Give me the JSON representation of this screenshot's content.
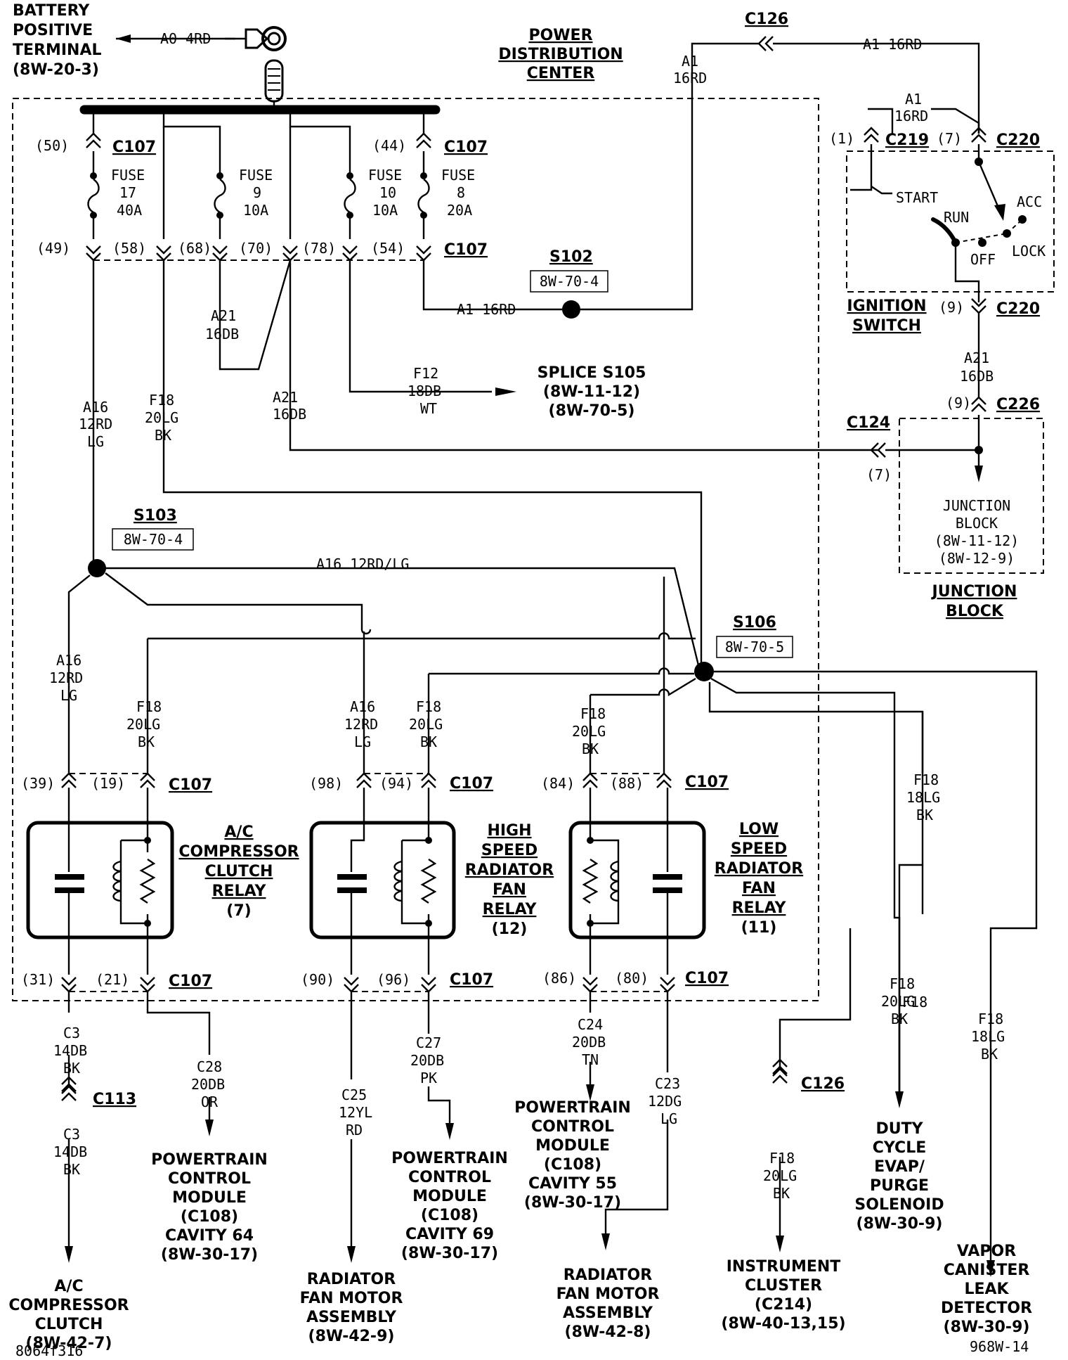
{
  "labels": {
    "battery": [
      "BATTERY",
      "POSITIVE",
      "TERMINAL",
      "(8W-20-3)"
    ],
    "a0_wire": "A0 4RD",
    "pdc": [
      "POWER",
      "DISTRIBUTION",
      "CENTER"
    ],
    "c126": "C126",
    "a1_16rd": "A1 16RD",
    "a1": "A1",
    "16rd": "16RD",
    "c219": "C219",
    "c220": "C220",
    "c107": "C107",
    "c113": "C113",
    "c124": "C124",
    "c226": "C226",
    "p1": "(1)",
    "p7": "(7)",
    "p9": "(9)",
    "p44": "(44)",
    "p49": "(49)",
    "p50": "(50)",
    "p54": "(54)",
    "p58": "(58)",
    "p68": "(68)",
    "p70": "(70)",
    "p78": "(78)",
    "p39": "(39)",
    "p19": "(19)",
    "p98": "(98)",
    "p94": "(94)",
    "p84": "(84)",
    "p88": "(88)",
    "p31": "(31)",
    "p21": "(21)",
    "p90": "(90)",
    "p96": "(96)",
    "p86": "(86)",
    "p80": "(80)",
    "fuse17": [
      "FUSE",
      "17",
      "40A"
    ],
    "fuse9": [
      "FUSE",
      "9",
      "10A"
    ],
    "fuse10": [
      "FUSE",
      "10",
      "10A"
    ],
    "fuse8": [
      "FUSE",
      "8",
      "20A"
    ],
    "start": "START",
    "run": "RUN",
    "acc": "ACC",
    "off": "OFF",
    "lock": "LOCK",
    "ignition": [
      "IGNITION",
      "SWITCH"
    ],
    "s102": "S102",
    "s103": "S103",
    "s106": "S106",
    "ref_8w_70_4": "8W-70-4",
    "ref_8w_70_5": "8W-70-5",
    "a1_16rd_s102": "A1 16RD",
    "a21": "A21",
    "16db": "16DB",
    "f12": "F12",
    "18db": "18DB",
    "wt": "WT",
    "splice_s105": [
      "SPLICE S105",
      "(8W-11-12)",
      "(8W-70-5)"
    ],
    "a16": "A16",
    "12rd": "12RD",
    "lg": "LG",
    "f18": "F18",
    "20lg": "20LG",
    "bk": "BK",
    "18lg": "18LG",
    "a16_12rd_lg": "A16 12RD/LG",
    "jb_inner": [
      "JUNCTION",
      "BLOCK",
      "(8W-11-12)",
      "(8W-12-9)"
    ],
    "jb_title": [
      "JUNCTION",
      "BLOCK"
    ],
    "ac_relay": [
      "A/C",
      "COMPRESSOR",
      "CLUTCH",
      "RELAY",
      "(7)"
    ],
    "hs_relay": [
      "HIGH",
      "SPEED",
      "RADIATOR",
      "FAN",
      "RELAY",
      "(12)"
    ],
    "ls_relay": [
      "LOW",
      "SPEED",
      "RADIATOR",
      "FAN",
      "RELAY",
      "(11)"
    ],
    "c3": "C3",
    "14db": "14DB",
    "c28": "C28",
    "20db": "20DB",
    "or": "OR",
    "c25": "C25",
    "12yl": "12YL",
    "rd": "RD",
    "c27": "C27",
    "pk": "PK",
    "c24": "C24",
    "tn": "TN",
    "c23": "C23",
    "12dg": "12DG",
    "ac_clutch": [
      "A/C",
      "COMPRESSOR",
      "CLUTCH",
      "(8W-42-7)"
    ],
    "pcm64": [
      "POWERTRAIN",
      "CONTROL",
      "MODULE",
      "(C108)",
      "CAVITY 64",
      "(8W-30-17)"
    ],
    "rad_fan_9": [
      "RADIATOR",
      "FAN MOTOR",
      "ASSEMBLY",
      "(8W-42-9)"
    ],
    "pcm69": [
      "POWERTRAIN",
      "CONTROL",
      "MODULE",
      "(C108)",
      "CAVITY 69",
      "(8W-30-17)"
    ],
    "pcm55": [
      "POWERTRAIN",
      "CONTROL",
      "MODULE",
      "(C108)",
      "CAVITY 55",
      "(8W-30-17)"
    ],
    "rad_fan_8": [
      "RADIATOR",
      "FAN MOTOR",
      "ASSEMBLY",
      "(8W-42-8)"
    ],
    "inst_cluster": [
      "INSTRUMENT",
      "CLUSTER",
      "(C214)",
      "(8W-40-13,15)"
    ],
    "duty_cycle": [
      "DUTY",
      "CYCLE",
      "EVAP/",
      "PURGE",
      "SOLENOID",
      "(8W-30-9)"
    ],
    "vapor": [
      "VAPOR",
      "CANISTER",
      "LEAK",
      "DETECTOR",
      "(8W-30-9)"
    ],
    "code_left": "8064f316",
    "code_right": "968W-14"
  }
}
